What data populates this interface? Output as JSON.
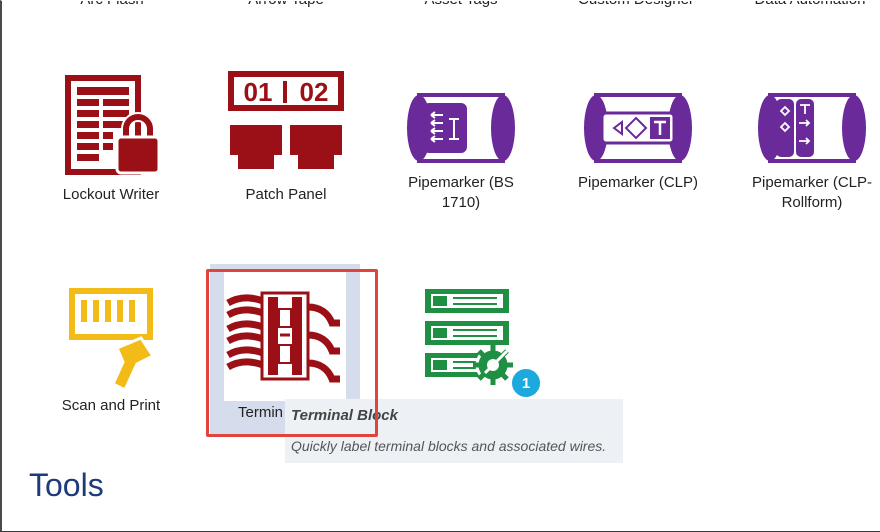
{
  "top_row": [
    "Arc Flash",
    "Arrow Tape",
    "Asset Tags",
    "Custom Designer",
    "Data Automation"
  ],
  "tiles": {
    "lockout_writer": "Lockout Writer",
    "patch_panel": "Patch Panel",
    "pipemarker_bs": "Pipemarker (BS 1710)",
    "pipemarker_clp": "Pipemarker (CLP)",
    "pipemarker_clp_rollform": "Pipemarker (CLP-Rollform)",
    "scan_and_print": "Scan and Print",
    "terminal_block_partial": "Termin"
  },
  "patch_panel_numbers": {
    "left": "01",
    "right": "02"
  },
  "tooltip": {
    "title": "Terminal Block",
    "description": "Quickly label terminal blocks and associated wires."
  },
  "badge": "1",
  "section": {
    "title": "Tools"
  },
  "colors": {
    "maroon": "#9b1016",
    "purple": "#6a2a9a",
    "green": "#1f8f43",
    "yellow": "#f2bb17",
    "badge": "#1ba9de",
    "highlight": "#e0443a",
    "title_blue": "#1f3a78"
  }
}
